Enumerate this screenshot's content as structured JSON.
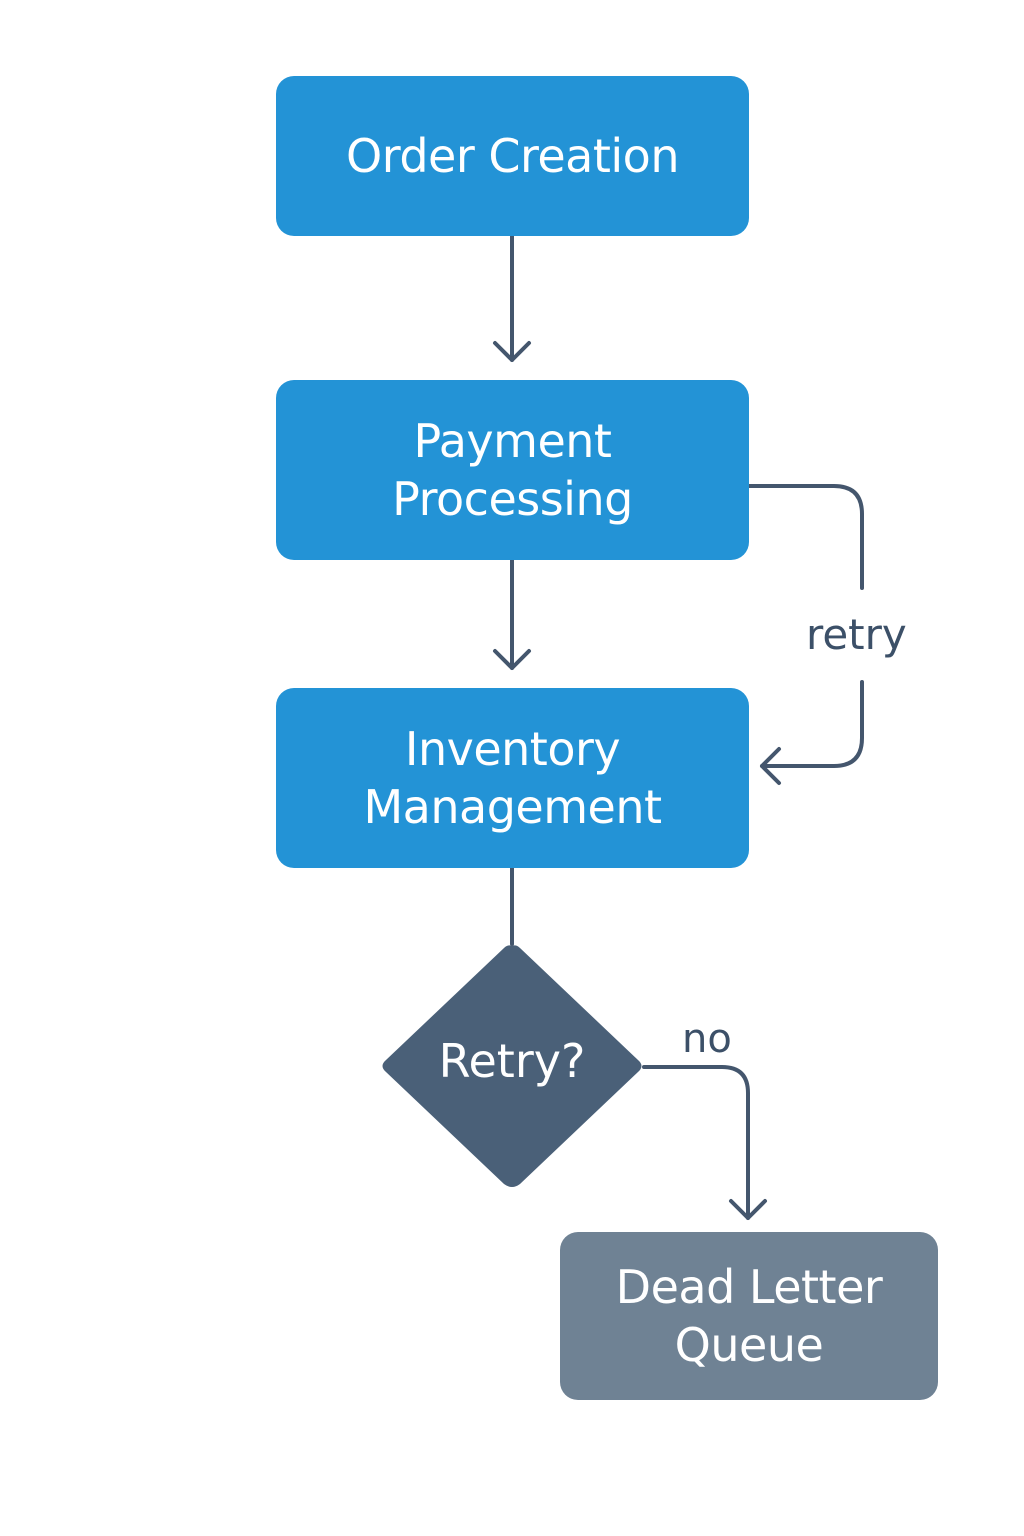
{
  "colors": {
    "process_node": "#2393d6",
    "decision_node": "#4a6078",
    "terminal_node": "#6f8294",
    "connector": "#44566d",
    "node_text": "#ffffff",
    "edge_label": "#3c5068"
  },
  "nodes": {
    "order_creation": {
      "line1": "Order Creation"
    },
    "payment_processing": {
      "line1": "Payment",
      "line2": "Processing"
    },
    "inventory_management": {
      "line1": "Inventory",
      "line2": "Management"
    },
    "decision": {
      "label": "Retry?"
    },
    "dead_letter_queue": {
      "line1": "Dead Letter",
      "line2": "Queue"
    }
  },
  "edges": {
    "retry_label": "retry",
    "no_label": "no"
  }
}
